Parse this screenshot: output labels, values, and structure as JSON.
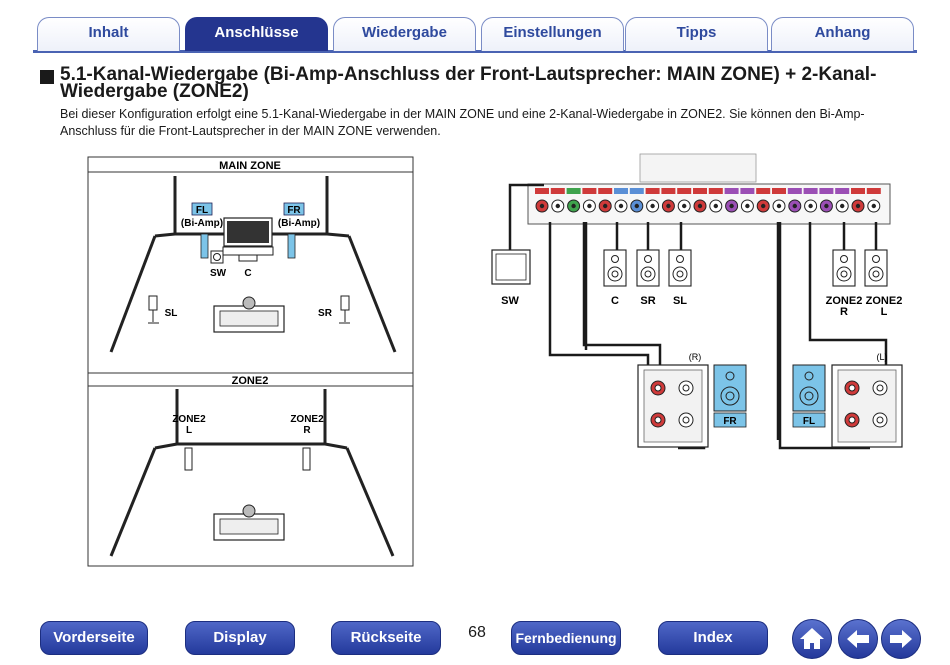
{
  "tabs": [
    {
      "label": "Inhalt",
      "active": false
    },
    {
      "label": "Anschlüsse",
      "active": true
    },
    {
      "label": "Wiedergabe",
      "active": false
    },
    {
      "label": "Einstellungen",
      "active": false
    },
    {
      "label": "Tipps",
      "active": false
    },
    {
      "label": "Anhang",
      "active": false
    }
  ],
  "heading": {
    "title": "5.1-Kanal-Wiedergabe (Bi-Amp-Anschluss der Front-Lautsprecher: MAIN ZONE) + 2-Kanal-Wiedergabe (ZONE2)",
    "intro": "Bei dieser Konfiguration erfolgt eine 5.1-Kanal-Wiedergabe in der MAIN ZONE und eine 2-Kanal-Wiedergabe in ZONE2. Sie können den Bi-Amp-Anschluss für die Front-Lautsprecher in der MAIN ZONE verwenden."
  },
  "main_zone": {
    "title": "MAIN ZONE",
    "fl": "FL",
    "fr": "FR",
    "biamp": "(Bi-Amp)",
    "sw": "SW",
    "c": "C",
    "sl": "SL",
    "sr": "SR"
  },
  "zone2": {
    "title": "ZONE2",
    "left_name": "ZONE2",
    "left_ch": "L",
    "right_name": "ZONE2",
    "right_ch": "R"
  },
  "wiring": {
    "sw": "SW",
    "c": "C",
    "sr": "SR",
    "sl": "SL",
    "zone2_r_name": "ZONE2",
    "zone2_r_ch": "R",
    "zone2_l_name": "ZONE2",
    "zone2_l_ch": "L",
    "right_marker": "(R)",
    "left_marker": "(L)",
    "fr": "FR",
    "fl": "FL",
    "colors": {
      "front": "#cf3a3a",
      "center": "#3fa34d",
      "surround": "#5a8fd6",
      "zone2": "#9b4fb5",
      "label_box": "#7cc4e8"
    }
  },
  "footer": {
    "buttons": [
      "Vorderseite",
      "Display",
      "Rückseite",
      "Fernbedienung",
      "Index"
    ],
    "page_number": "68",
    "nav_icons": [
      "home-icon",
      "arrow-left-icon",
      "arrow-right-icon"
    ]
  }
}
